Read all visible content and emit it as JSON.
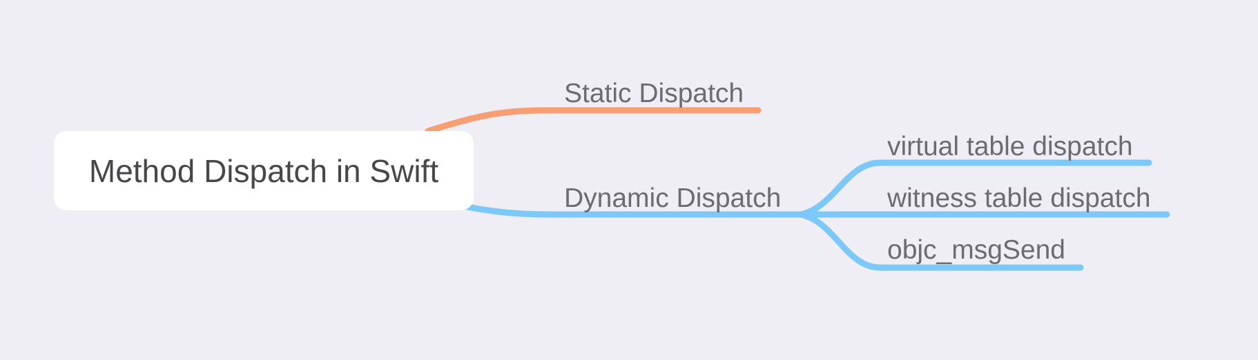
{
  "root": {
    "label": "Method Dispatch in Swift"
  },
  "branches": [
    {
      "label": "Static Dispatch",
      "color": "#f99e73",
      "children": []
    },
    {
      "label": "Dynamic Dispatch",
      "color": "#7cc8f8",
      "children": [
        {
          "label": "virtual table dispatch"
        },
        {
          "label": "witness table dispatch"
        },
        {
          "label": "objc_msgSend"
        }
      ]
    }
  ]
}
